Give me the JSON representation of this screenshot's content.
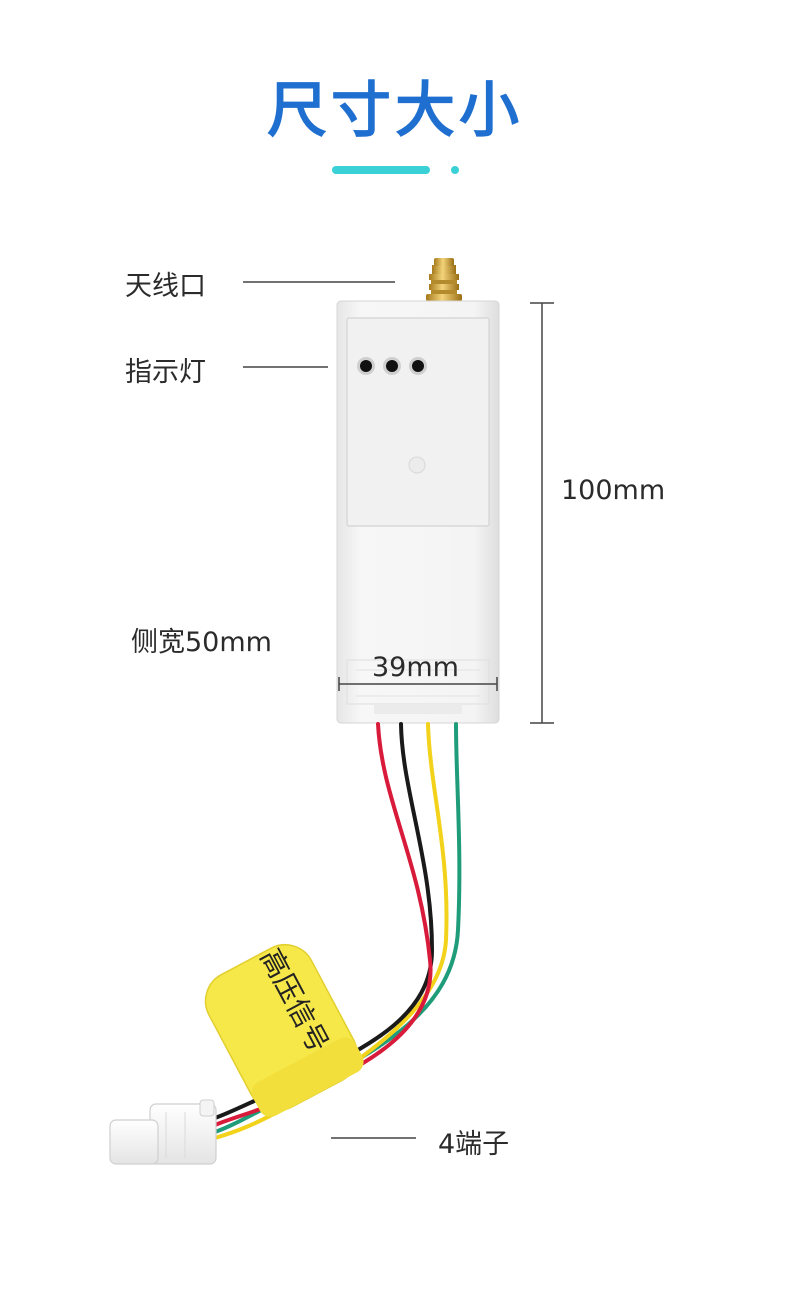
{
  "title": "尺寸大小",
  "labels": {
    "antenna": "天线口",
    "indicator": "指示灯",
    "height": "100mm",
    "side_width": "侧宽50mm",
    "width": "39mm",
    "terminal": "4端子"
  },
  "device": {
    "tag_text": "高压信号"
  },
  "colors": {
    "title": "#1f6fd0",
    "accent_line": "#39d0d6",
    "wire_red": "#d81b3a",
    "wire_black": "#1a1a1a",
    "wire_yellow": "#f2d21a",
    "wire_green": "#1f9c7a",
    "tag_yellow": "#f7e84a"
  }
}
